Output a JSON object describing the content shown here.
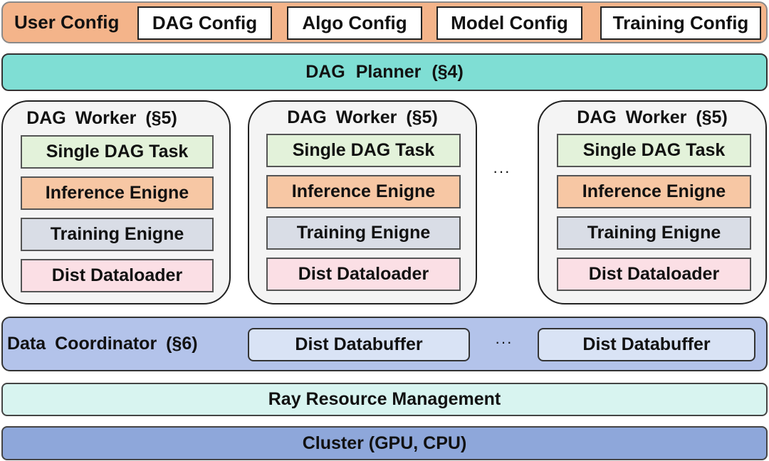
{
  "user_config": {
    "label": "User Config",
    "items": [
      "DAG Config",
      "Algo Config",
      "Model Config",
      "Training Config"
    ]
  },
  "dag_planner": {
    "label": "DAG  Planner  (§4)"
  },
  "workers": [
    {
      "title": "DAG Worker  (§5)",
      "tasks": [
        "Single DAG Task",
        "Inference Enigne",
        "Training Enigne",
        "Dist Dataloader"
      ]
    },
    {
      "title": "DAG Worker  (§5)",
      "tasks": [
        "Single DAG Task",
        "Inference Enigne",
        "Training Enigne",
        "Dist Dataloader"
      ]
    },
    {
      "title": "DAG Worker  (§5)",
      "tasks": [
        "Single DAG Task",
        "Inference Enigne",
        "Training Enigne",
        "Dist Dataloader"
      ]
    }
  ],
  "worker_ellipsis": "···",
  "data_coordinator": {
    "label": "Data Coordinator  (§6)",
    "buffers": [
      "Dist Databuffer",
      "Dist Databuffer"
    ],
    "ellipsis": "···"
  },
  "ray": {
    "label": "Ray Resource Management"
  },
  "cluster": {
    "label": "Cluster (GPU, CPU)"
  },
  "colors": {
    "user_config": "#f4b48a",
    "dag_planner": "#7fded4",
    "single_task": "#e3f2da",
    "inference_engine": "#f7c7a4",
    "training_engine": "#d9dde6",
    "dist_dataloader": "#fbdfe5",
    "data_coordinator": "#b3c3ea",
    "databuffer": "#d9e3f5",
    "ray": "#d8f4f0",
    "cluster": "#8ea7da"
  }
}
